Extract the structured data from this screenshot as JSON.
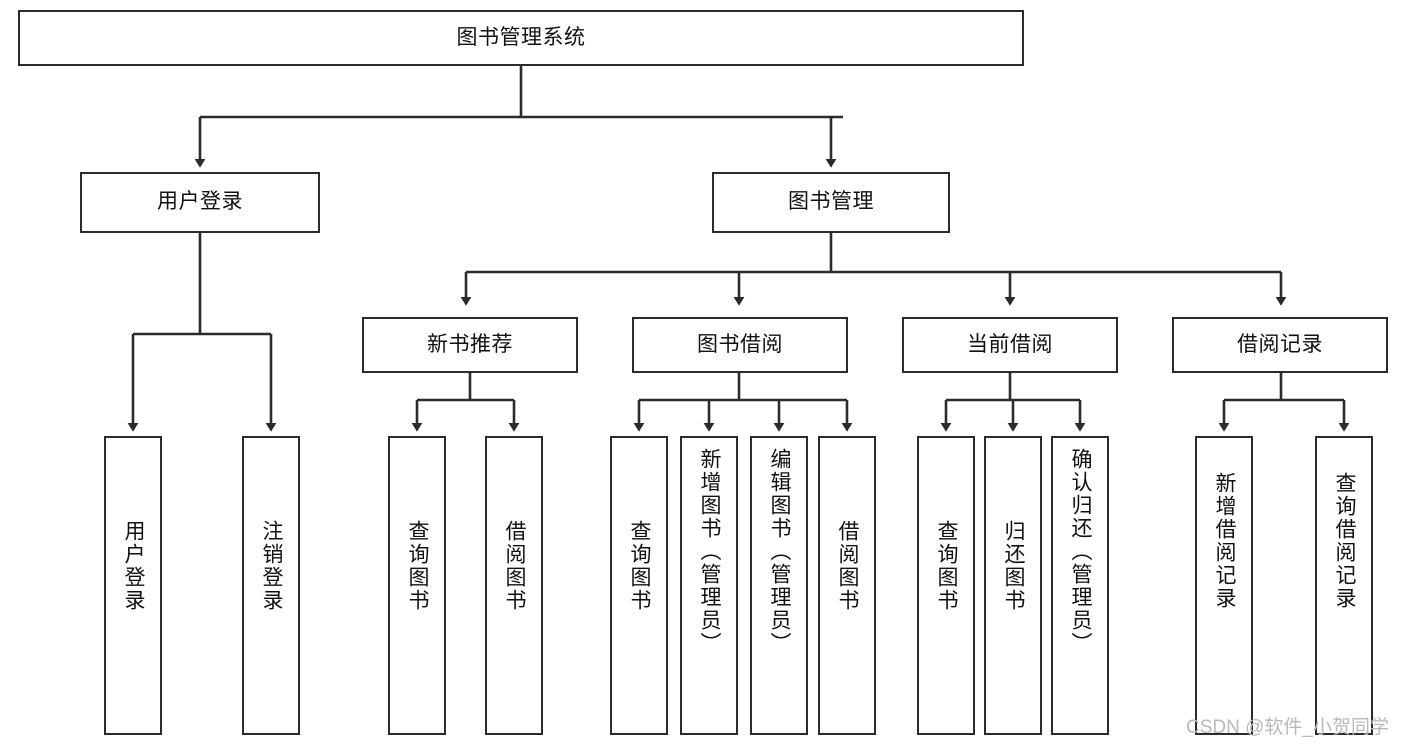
{
  "diagram": {
    "title": "图书管理系统",
    "type": "hierarchy-tree",
    "root": {
      "id": "root",
      "label": "图书管理系统"
    },
    "level1": [
      {
        "id": "user-login",
        "label": "用户登录"
      },
      {
        "id": "book-manage",
        "label": "图书管理"
      }
    ],
    "level2": [
      {
        "id": "new-book-rec",
        "label": "新书推荐",
        "parent": "book-manage"
      },
      {
        "id": "book-borrow",
        "label": "图书借阅",
        "parent": "book-manage"
      },
      {
        "id": "current-borrow",
        "label": "当前借阅",
        "parent": "book-manage"
      },
      {
        "id": "borrow-record",
        "label": "借阅记录",
        "parent": "book-manage"
      }
    ],
    "leaves": [
      {
        "id": "leaf-user-login",
        "label": "用户登录",
        "parent": "user-login"
      },
      {
        "id": "leaf-logout",
        "label": "注销登录",
        "parent": "user-login"
      },
      {
        "id": "leaf-query-book-1",
        "label": "查询图书",
        "parent": "new-book-rec"
      },
      {
        "id": "leaf-borrow-book-1",
        "label": "借阅图书",
        "parent": "new-book-rec"
      },
      {
        "id": "leaf-query-book-2",
        "label": "查询图书",
        "parent": "book-borrow"
      },
      {
        "id": "leaf-add-book",
        "label": "新增图书（管理员）",
        "parent": "book-borrow"
      },
      {
        "id": "leaf-edit-book",
        "label": "编辑图书（管理员）",
        "parent": "book-borrow"
      },
      {
        "id": "leaf-borrow-book-2",
        "label": "借阅图书",
        "parent": "book-borrow"
      },
      {
        "id": "leaf-query-book-3",
        "label": "查询图书",
        "parent": "current-borrow"
      },
      {
        "id": "leaf-return-book",
        "label": "归还图书",
        "parent": "current-borrow"
      },
      {
        "id": "leaf-confirm-return",
        "label": "确认归还（管理员）",
        "parent": "current-borrow"
      },
      {
        "id": "leaf-add-record",
        "label": "新增借阅记录",
        "parent": "borrow-record"
      },
      {
        "id": "leaf-query-record",
        "label": "查询借阅记录",
        "parent": "borrow-record"
      }
    ],
    "colors": {
      "background": "#ffffff",
      "box_border": "#2b2b2b",
      "box_fill": "#ffffff",
      "edge": "#2b2b2b",
      "text": "#111111",
      "watermark": "#b9b9b9"
    }
  },
  "watermark": {
    "text": "CSDN @软件_小贺同学"
  }
}
